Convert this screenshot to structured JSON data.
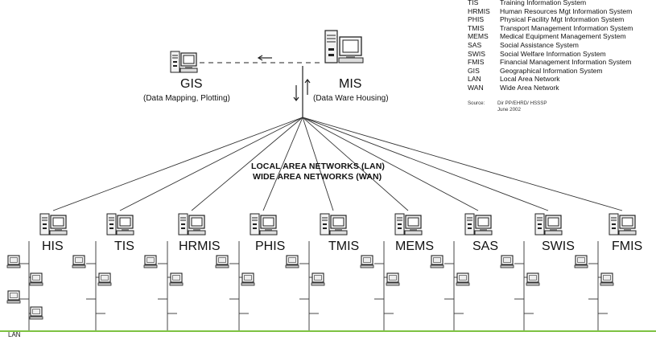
{
  "top_left_title": "",
  "central": {
    "name": "MIS",
    "caption": "(Data Ware Housing)"
  },
  "gis": {
    "name": "GIS",
    "caption": "(Data Mapping, Plotting)"
  },
  "network_label": {
    "line1": "LOCAL AREA NETWORKS (LAN)",
    "line2": "WIDE AREA NETWORKS (WAN)"
  },
  "subsystems": [
    "HIS",
    "TIS",
    "HRMIS",
    "PHIS",
    "TMIS",
    "MEMS",
    "SAS",
    "SWIS",
    "FMIS"
  ],
  "legend": [
    {
      "abbr": "TIS",
      "full": "Training Information System"
    },
    {
      "abbr": "HRMIS",
      "full": "Human Resources Mgt Information System"
    },
    {
      "abbr": "PHIS",
      "full": "Physical Facility Mgt Information System"
    },
    {
      "abbr": "TMIS",
      "full": "Transport Management Information System"
    },
    {
      "abbr": "MEMS",
      "full": "Medical Equipment Management System"
    },
    {
      "abbr": "SAS",
      "full": "Social Assistance System"
    },
    {
      "abbr": "SWIS",
      "full": "Social Welfare Information System"
    },
    {
      "abbr": "FMIS",
      "full": "Financial Management Information System"
    },
    {
      "abbr": "GIS",
      "full": "Geographical Information System"
    },
    {
      "abbr": "LAN",
      "full": "Local Area Network"
    },
    {
      "abbr": "WAN",
      "full": "Wide Area Network"
    }
  ],
  "source": {
    "label": "Source:",
    "line1": "Dir PP/EHRD/ HSSSP",
    "line2": "June 2002"
  },
  "bottom_label": "LAN",
  "colors": {
    "line": "#222222",
    "accent": "#7dc242"
  }
}
